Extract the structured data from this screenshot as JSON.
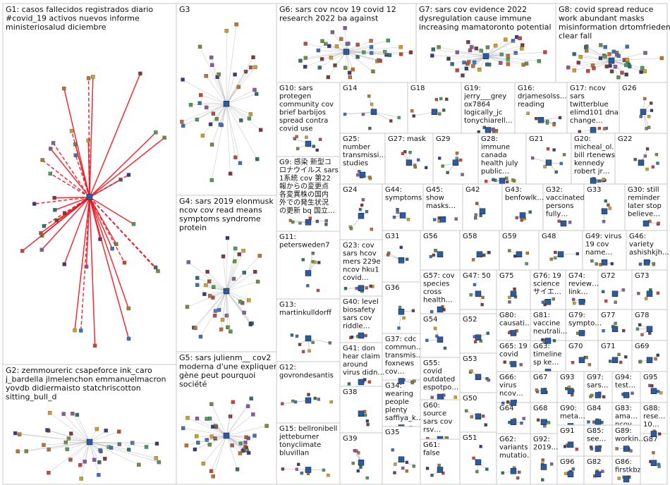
{
  "colors": {
    "border": "#c8c8c8",
    "edge_red": "#e8151f",
    "edge_gray": "#b4b4b4",
    "background": "#ffffff"
  },
  "groups": [
    {
      "id": "G1",
      "label": [
        "G1: casos fallecidos registrados diario",
        "#covid_19 activos nuevos informe",
        "ministeriosalud diciembre"
      ]
    },
    {
      "id": "G2",
      "label": [
        "G2: zemmoureric csapeforce ink_caro",
        "j_bardella jlmelenchon emmanuelmacron",
        "yovdb didiermaisto statchriscotton",
        "sitting_bull_d"
      ]
    },
    {
      "id": "G3",
      "label": [
        "G3"
      ]
    },
    {
      "id": "G4",
      "label": [
        "G4: sars 2019 elonmusk",
        "ncov cov read means",
        "symptoms syndrome",
        "protein"
      ]
    },
    {
      "id": "G5",
      "label": [
        "G5: sars julienm__ cov2",
        "moderna d'une expliquer",
        "gène peut pourquoi",
        "société"
      ]
    },
    {
      "id": "G6",
      "label": [
        "G6: sars cov ncov 19 covid 12",
        "research 2022 ba against"
      ]
    },
    {
      "id": "G7",
      "label": [
        "G7: sars cov evidence 2022",
        "dysregulation cause immune",
        "increasing mamatoronto potential"
      ]
    },
    {
      "id": "G8",
      "label": [
        "G8: covid spread reduce",
        "work abundant masks",
        "misinformation drtomfrieden",
        "clear fall"
      ]
    },
    {
      "id": "G9",
      "label": [
        "G9: 感染 新型コ",
        "ロナウイルス sars",
        "1系統 cov 第22",
        "報からの変更点",
        "各変異株の国内",
        "外での発生状況",
        "の更新 bq 国立…"
      ]
    },
    {
      "id": "G10",
      "label": [
        "G10: sars",
        "protegen",
        "community cov",
        "brief barbijos",
        "spread contra",
        "covid use"
      ]
    },
    {
      "id": "G11",
      "label": [
        "G11:",
        "petersweden7"
      ]
    },
    {
      "id": "G12",
      "label": [
        "G12:",
        "govrondesantis"
      ]
    },
    {
      "id": "G13",
      "label": [
        "G13:",
        "martinkulldorff"
      ]
    },
    {
      "id": "G14",
      "label": [
        "G14"
      ]
    },
    {
      "id": "G15",
      "label": [
        "G15: bellronibell",
        "jetteburner",
        "tonyclimate",
        "bluvillan"
      ]
    },
    {
      "id": "G16",
      "label": [
        "G16:",
        "drjamesolss…",
        "reading"
      ]
    },
    {
      "id": "G17",
      "label": [
        "G17: ncov",
        "sars",
        "twitterblue",
        "elimd101 dna",
        "change…"
      ]
    },
    {
      "id": "G18",
      "label": [
        "G18"
      ]
    },
    {
      "id": "G19",
      "label": [
        "G19:",
        "jerry___grey",
        "ox7864",
        "logically_jc",
        "tonychiarell…"
      ]
    },
    {
      "id": "G20",
      "label": [
        "G20:",
        "micheal_ol…",
        "bill rtenews",
        "kennedy",
        "robert jr…"
      ]
    },
    {
      "id": "G21",
      "label": [
        "G21"
      ]
    },
    {
      "id": "G22",
      "label": [
        "G22"
      ]
    },
    {
      "id": "G23",
      "label": [
        "G23: cov",
        "sars hcov",
        "mers 229e",
        "ncov hku1",
        "covid…"
      ]
    },
    {
      "id": "G24",
      "label": [
        "G24"
      ]
    },
    {
      "id": "G25",
      "label": [
        "G25:",
        "number",
        "transmissi…",
        "studies"
      ]
    },
    {
      "id": "G26",
      "label": [
        "G26"
      ]
    },
    {
      "id": "G27",
      "label": [
        "G27: mask"
      ]
    },
    {
      "id": "G28",
      "label": [
        "G28:",
        "immune",
        "canada",
        "health july",
        "public…"
      ]
    },
    {
      "id": "G29",
      "label": [
        "G29"
      ]
    },
    {
      "id": "G30",
      "label": [
        "G30: still",
        "reminder",
        "later stop",
        "believe…"
      ]
    },
    {
      "id": "G31",
      "label": [
        "G31"
      ]
    },
    {
      "id": "G32",
      "label": [
        "G32:",
        "vaccinated",
        "persons",
        "fully…"
      ]
    },
    {
      "id": "G33",
      "label": [
        "G33"
      ]
    },
    {
      "id": "G34",
      "label": [
        "G34:",
        "wearing",
        "people",
        "plenty",
        "saffiya_k…"
      ]
    },
    {
      "id": "G35",
      "label": [
        "G35"
      ]
    },
    {
      "id": "G36",
      "label": [
        "G36"
      ]
    },
    {
      "id": "G37",
      "label": [
        "G37: cdc",
        "commun…",
        "transmis…",
        "foxnews",
        "cov…"
      ]
    },
    {
      "id": "G38",
      "label": [
        "G38"
      ]
    },
    {
      "id": "G39",
      "label": [
        "G39"
      ]
    },
    {
      "id": "G40",
      "label": [
        "G40: level",
        "biosafety",
        "sars cov",
        "riddle…"
      ]
    },
    {
      "id": "G41",
      "label": [
        "G41: don",
        "hear claim",
        "around",
        "virus didn…"
      ]
    },
    {
      "id": "G42",
      "label": [
        "G42"
      ]
    },
    {
      "id": "G43",
      "label": [
        "G43:",
        "benfowlk…"
      ]
    },
    {
      "id": "G44",
      "label": [
        "G44:",
        "symptoms"
      ]
    },
    {
      "id": "G45",
      "label": [
        "G45:",
        "show",
        "masks…"
      ]
    },
    {
      "id": "G46",
      "label": [
        "G46:",
        "variety",
        "ashishkjh…"
      ]
    },
    {
      "id": "G47",
      "label": [
        "G47: 50"
      ]
    },
    {
      "id": "G48",
      "label": [
        "G48"
      ]
    },
    {
      "id": "G49",
      "label": [
        "G49: virus",
        "19 cov",
        "name…"
      ]
    },
    {
      "id": "G50",
      "label": [
        "G50"
      ]
    },
    {
      "id": "G51",
      "label": [
        "G51"
      ]
    },
    {
      "id": "G52",
      "label": [
        "G52"
      ]
    },
    {
      "id": "G53",
      "label": [
        "G53"
      ]
    },
    {
      "id": "G54",
      "label": [
        "G54"
      ]
    },
    {
      "id": "G55",
      "label": [
        "G55:",
        "covid",
        "outdated",
        "espotpo…"
      ]
    },
    {
      "id": "G56",
      "label": [
        "G56"
      ]
    },
    {
      "id": "G57",
      "label": [
        "G57: cov",
        "species",
        "cross",
        "health…"
      ]
    },
    {
      "id": "G58",
      "label": [
        "G58"
      ]
    },
    {
      "id": "G59",
      "label": [
        "G59"
      ]
    },
    {
      "id": "G60",
      "label": [
        "G60:",
        "source",
        "sars cov",
        "rsv…"
      ]
    },
    {
      "id": "G61",
      "label": [
        "G61:",
        "false"
      ]
    },
    {
      "id": "G62",
      "label": [
        "G62:",
        "variants",
        "mutatio…"
      ]
    },
    {
      "id": "G63",
      "label": [
        "G63:",
        "timeline",
        "sp ke…"
      ]
    },
    {
      "id": "G64",
      "label": [
        "G64"
      ]
    },
    {
      "id": "G65",
      "label": [
        "G65: 19",
        "covid"
      ]
    },
    {
      "id": "G66",
      "label": [
        "G66:",
        "virus",
        "ncov…"
      ]
    },
    {
      "id": "G67",
      "label": [
        "G67"
      ]
    },
    {
      "id": "G68",
      "label": [
        "G68"
      ]
    },
    {
      "id": "G69",
      "label": [
        "G69"
      ]
    },
    {
      "id": "G70",
      "label": [
        "G70"
      ]
    },
    {
      "id": "G71",
      "label": [
        "G71"
      ]
    },
    {
      "id": "G72",
      "label": [
        "G72"
      ]
    },
    {
      "id": "G73",
      "label": [
        "G73"
      ]
    },
    {
      "id": "G74",
      "label": [
        "G74:",
        "review…",
        "link…"
      ]
    },
    {
      "id": "G75",
      "label": [
        "G75"
      ]
    },
    {
      "id": "G76",
      "label": [
        "G76: 19",
        "science",
        "サイエ…"
      ]
    },
    {
      "id": "G77",
      "label": [
        "G77"
      ]
    },
    {
      "id": "G78",
      "label": [
        "G78"
      ]
    },
    {
      "id": "G79",
      "label": [
        "G79:",
        "sympto…"
      ]
    },
    {
      "id": "G80",
      "label": [
        "G80:",
        "causati…"
      ]
    },
    {
      "id": "G81",
      "label": [
        "G81:",
        "vaccine",
        "neutrali…"
      ]
    },
    {
      "id": "G82",
      "label": [
        "G82"
      ]
    },
    {
      "id": "G83",
      "label": [
        "G83:",
        "ama…",
        "ncov…"
      ]
    },
    {
      "id": "G84",
      "label": [
        "G84"
      ]
    },
    {
      "id": "G85",
      "label": [
        "G85:",
        "see…"
      ]
    },
    {
      "id": "G86",
      "label": [
        "G86:",
        "firstkbz…"
      ]
    },
    {
      "id": "G87",
      "label": [
        "G87"
      ]
    },
    {
      "id": "G88",
      "label": [
        "G88:",
        "rese…",
        "10…"
      ]
    },
    {
      "id": "G89",
      "label": [
        "G89:",
        "workin…"
      ]
    },
    {
      "id": "G90",
      "label": [
        "G90:",
        "meta…"
      ]
    },
    {
      "id": "G91",
      "label": [
        "G91"
      ]
    },
    {
      "id": "G92",
      "label": [
        "G92:",
        "2019…"
      ]
    },
    {
      "id": "G93",
      "label": [
        "G93"
      ]
    },
    {
      "id": "G94",
      "label": [
        "G94:",
        "test…"
      ]
    },
    {
      "id": "G95",
      "label": [
        "G95"
      ]
    },
    {
      "id": "G96",
      "label": [
        "G96"
      ]
    },
    {
      "id": "G97",
      "label": [
        "G97:",
        "sars…"
      ]
    }
  ]
}
